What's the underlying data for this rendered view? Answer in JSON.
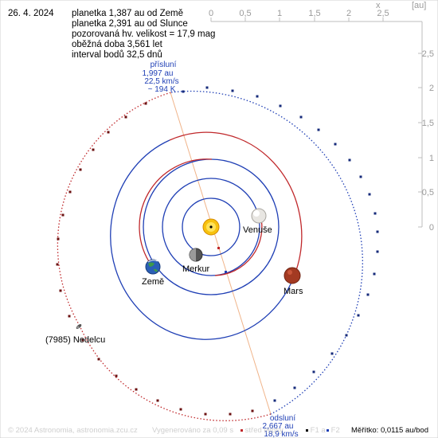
{
  "date": "26. 4. 2024",
  "info_lines": [
    "planetka 1,387 au od Země",
    "planetka 2,391 au od Slunce",
    "pozorovaná hv. velikost = 17,9 mag",
    "oběžná doba 3,561 let",
    "interval bodů 32,5 dnů"
  ],
  "x_axis": {
    "unit": "x",
    "unit_label": "[au]",
    "ticks": [
      "0",
      "0,5",
      "1",
      "1,5",
      "2",
      "2,5"
    ]
  },
  "y_axis": {
    "ticks": [
      "2,5",
      "2",
      "1,5",
      "1",
      "0,5",
      "0"
    ]
  },
  "perihelion": {
    "title": "přísluní",
    "dist": "1,997 au",
    "speed": "22,5 km/s",
    "temp": "~ 194 K"
  },
  "aphelion": {
    "title": "odsluní",
    "dist": "2,667 au",
    "speed": "18,9 km/s"
  },
  "bodies": {
    "venus": "Venuše",
    "mercury": "Merkur",
    "earth": "Země",
    "mars": "Mars",
    "asteroid": "(7985) Nedelcu"
  },
  "footer": {
    "copyright": "© 2024 Astronomia, astronomia.zcu.cz",
    "generated": "Vygenerováno za 0,09 s",
    "center_label": "střed elipsy",
    "f1": "F1 a",
    "f2": "F2",
    "scale": "Měřítko: 0,0115 au/bod"
  },
  "colors": {
    "asteroid_orbit_ahead": "#1f3fb5",
    "asteroid_orbit_behind": "#c0282b",
    "planet_orbits": "#1f3fb5",
    "axis": "#bdbdbd",
    "apsides_line": "#f0b48a",
    "annotation": "#1f3fb5"
  }
}
